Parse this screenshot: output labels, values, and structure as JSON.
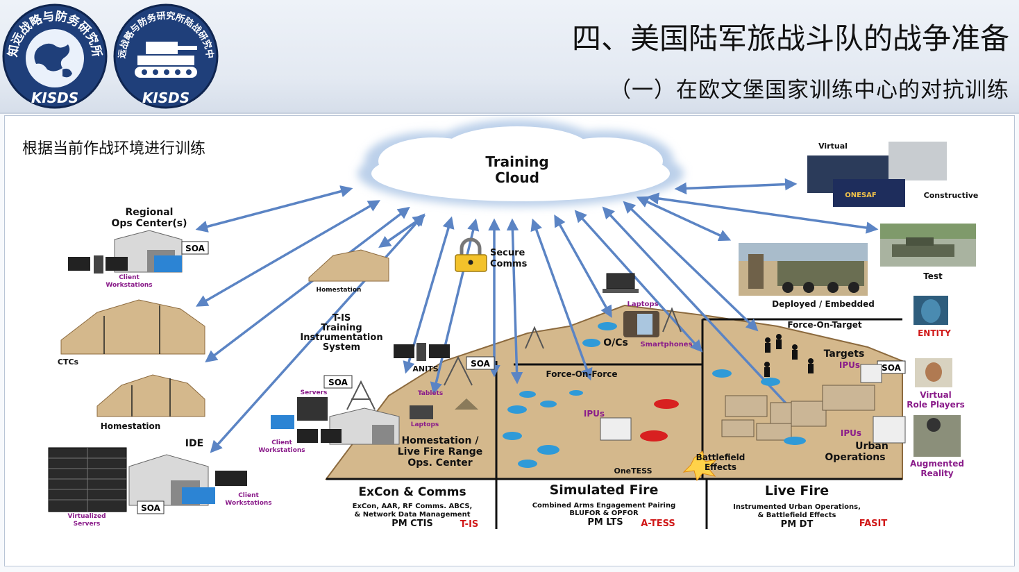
{
  "header": {
    "title": "四、美国陆军旅战斗队的战争准备",
    "subtitle": "（一）在欧文堡国家训练中心的对抗训练",
    "logo1_text": "知远战略与防务研究所",
    "logo1_abbr": "KISDS",
    "logo2_text": "知远战略与防务研究所陆战研究中心",
    "logo2_abbr": "KISDS"
  },
  "slide_subtitle": "根据当前作战环境进行训练",
  "cloud": {
    "line1": "Training",
    "line2": "Cloud"
  },
  "left_labels": {
    "regional_line1": "Regional",
    "regional_line2": "Ops Center(s)",
    "soa": "SOA",
    "client_ws_1": "Client",
    "client_ws_2": "Workstations",
    "homestation_small": "Homestation",
    "ctcs": "CTCs",
    "homestation": "Homestation",
    "ide": "IDE",
    "virt_servers_1": "Virtualized",
    "virt_servers_2": "Servers",
    "tis_1": "T-IS",
    "tis_2": "Training",
    "tis_3": "Instrumentation",
    "tis_4": "System",
    "secure_1": "Secure",
    "secure_2": "Comms",
    "anits": "ANITS",
    "servers": "Servers",
    "tablets": "Tablets",
    "laptops": "Laptops",
    "laptops_top": "Laptops",
    "ocs": "O/Cs",
    "smartphones": "Smartphones"
  },
  "terrain_labels": {
    "homestation_center_1": "Homestation /",
    "homestation_center_2": "Live Fire Range",
    "homestation_center_3": "Ops. Center",
    "force_on_force": "Force-On-Force",
    "ipus": "IPUs",
    "onetess": "OneTESS",
    "battlefield_1": "Battlefield",
    "battlefield_2": "Effects",
    "force_on_target": "Force-On-Target",
    "targets": "Targets",
    "urban_1": "Urban",
    "urban_2": "Operations"
  },
  "right_labels": {
    "virtual": "Virtual",
    "constructive": "Constructive",
    "onesaf": "ONESAF",
    "test": "Test",
    "deployed": "Deployed / Embedded",
    "entity": "ENTITY",
    "vrp_1": "Virtual",
    "vrp_2": "Role Players",
    "ar_1": "Augmented",
    "ar_2": "Reality"
  },
  "bottom_sections": [
    {
      "title": "ExCon & Comms",
      "line1": "ExCon, AAR, RF Comms. ABCS,",
      "line2": "& Network Data Management",
      "pm": "PM CTIS",
      "tag": "T-IS"
    },
    {
      "title": "Simulated Fire",
      "line1": "Combined Arms Engagement Pairing",
      "line2": "BLUFOR & OPFOR",
      "pm": "PM LTS",
      "tag": "A-TESS"
    },
    {
      "title": "Live Fire",
      "line1": "Instrumented Urban Operations,",
      "line2": "& Battlefield Effects",
      "pm": "PM DT",
      "tag": "FASIT"
    }
  ],
  "colors": {
    "arrow": "#5b84c4",
    "label_purple": "#8a1c8a",
    "tag_red": "#d01818",
    "terrain": "#d4b88c"
  }
}
